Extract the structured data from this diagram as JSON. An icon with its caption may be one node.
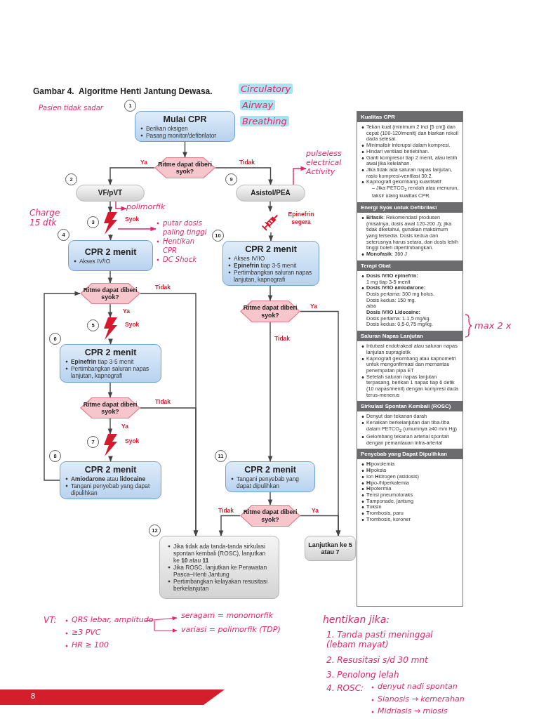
{
  "diagram": {
    "title": "Gambar 4.  Algoritme Henti Jantung Dewasa.",
    "nodes": [
      {
        "text": [
          "Mulai CPR",
          "Berikan oksigen",
          "Pasang monitor/defibrilator"
        ],
        "beside": [
          "1"
        ]
      },
      {
        "text": [
          "Ritme dapat diberi syok?"
        ]
      },
      {
        "text": [
          "VF/pVT"
        ],
        "beside": [
          "2"
        ]
      },
      {
        "text": [
          "Asistol/PEA"
        ],
        "beside": [
          "9"
        ]
      },
      {
        "text": [],
        "shape": "lightning",
        "beside": [
          "3",
          "Syok"
        ]
      },
      {
        "text": [],
        "shape": "syringe",
        "beside": [
          "Epinefrin segera"
        ]
      },
      {
        "text": [
          "CPR 2 menit",
          "Akses IV/IO"
        ],
        "beside": [
          "4"
        ]
      },
      {
        "text": [
          "CPR 2 menit",
          "Akses IV/IO",
          "**Epinefrin** tiap 3-5 menit",
          "Pertimbangkan saluran napas lanjutan, kapnografi"
        ],
        "beside": [
          "10"
        ]
      },
      {
        "text": [
          "Ritme dapat diberi syok?"
        ]
      },
      {
        "text": [
          "Ritme dapat diberi syok?"
        ]
      },
      {
        "text": [],
        "shape": "lightning",
        "beside": [
          "5",
          "Syok"
        ]
      },
      {
        "text": [
          "CPR 2 menit",
          "**Epinefrin** tiap 3-5 menit",
          "Pertimbangkan saluran napas lanjutan, kapnografi"
        ],
        "beside": [
          "6"
        ]
      },
      {
        "text": [
          "Ritme dapat diberi syok?"
        ]
      },
      {
        "text": [],
        "shape": "lightning",
        "beside": [
          "7",
          "Syok"
        ]
      },
      {
        "text": [
          "CPR 2 menit",
          "**Amiodarone** atau **lidocaine**",
          "Tangani penyebab yang dapat dipulihkan"
        ],
        "beside": [
          "8"
        ]
      },
      {
        "text": [
          "CPR 2 menit",
          "Tangani penyebab yang dapat dipulihkan"
        ],
        "beside": [
          "11"
        ]
      },
      {
        "text": [
          "Ritme dapat diberi syok?"
        ]
      },
      {
        "text": [
          "Jika tidak ada tanda-tanda sirkulasi spontan kembali (ROSC), lanjutkan ke **10** atau **11**",
          "Jika ROSC, lanjutkan ke Perawatan Pasca–Henti Jantung",
          "Pertimbangkan kelayakan resusitasi berkelanjutan"
        ],
        "beside": [
          "12"
        ]
      },
      {
        "text": [
          "Lanjutkan ke 5 atau 7"
        ]
      },
      {
        "text": [
          "polimorfik"
        ]
      },
      {
        "text": [
          "pulseless electrical Activity"
        ]
      },
      {
        "text": [
          "putar dosis paling tinggi",
          "Hentikan CPR",
          "DC Shock"
        ]
      },
      {
        "text": [
          "Kualitas CPR",
          "Tekan kuat (minimum 2 inci [5 cm]) dan cepat (100-120/menit) dan biarkan rekoil dada selesai.",
          "Minimalisir interupsi dalam kompresi.",
          "Hindari ventilasi berlebihan.",
          "Ganti kompresor tiap 2 menit, atau lebih awal jika kelelahan.",
          "Jika tidak ada saluran napas lanjutan, rasio kompresi-ventilasi 30:2.",
          "Kapnografi gelombang kuantitatif",
          "– Jika PETCO$_{2}$ rendah atau menurun, taksir ulang kualitas CPR."
        ]
      },
      {
        "text": [
          "Energi Syok untuk Defibrilasi",
          "**Bifasik**: Rekomendasi produsen (misalnya, dosis awal 120-200 J); jika tidak diketahui, gunakan maksimum yang tersedia. Dosis kedua dan seterusnya harus setara, dan dosis lebih tinggi boleh dipertimbangkan.",
          "**Monofasik**: 360 J"
        ]
      },
      {
        "text": [
          "Terapi Obat",
          "Dosis IV/IO epinefrin:",
          "1 mg tiap 3-5 menit",
          "Dosis IV/IO amiodarone:",
          "Dosis pertama: 300 mg bolus.",
          "Dosis kedua: 150 mg.",
          "atau",
          "Dosis IV/IO Lidocaine:",
          "Dosis pertama: 1-1,5 mg/kg.",
          "Dosis kedua: 0,5-0,75 mg/kg."
        ]
      },
      {
        "text": [
          "Saluran Napas Lanjutan",
          "Intubasi endotrakeal atau saluran napas lanjutan supraglotik",
          "Kapnografi gelombang atau kapnometri untuk mengonfirmasi dan memantau penempatan pipa ET",
          "Setelah saluran napas lanjutan terpasang, berikan 1 napas tiap 6 detik (10 napas/menit) dengan kompresi dada terus-menerus"
        ]
      },
      {
        "text": [
          "Sirkulasi Spontan Kembali (ROSC)",
          "Denyut dan tekanan darah",
          "Kenaikan berkelanjutan dan tiba-tiba dalam PETCO$_{2}$ (umumnya ≥40 mm Hg)",
          "Gelombang tekanan arterial spontan dengan pemantauan intra-arterial"
        ]
      },
      {
        "text": [
          "Penyebab yang Dapat Dipulihkan",
          "**H**ipovolemia",
          "**H**ipoksia",
          "Ion **H**idrogen (asidosis)",
          "**H**ipo-/hiperkalemia",
          "**H**ipotermia",
          "**T**ensi pneumotoraks",
          "**T**amponade, jantung",
          "**T**oksin",
          "**T**rombosis, paru",
          "**T**rombosis, koroner"
        ]
      }
    ],
    "edges": [
      {
        "from": 0,
        "to": 1,
        "arrow": "to"
      },
      {
        "from": 1,
        "to": 2,
        "arrow": "to",
        "label": "Ya"
      },
      {
        "from": 1,
        "to": 3,
        "arrow": "to",
        "label": "Tidak"
      },
      {
        "from": 2,
        "to": 4,
        "arrow": "to"
      },
      {
        "from": 4,
        "to": 6,
        "arrow": "to"
      },
      {
        "from": 3,
        "to": 5,
        "arrow": "to"
      },
      {
        "from": 5,
        "to": 7,
        "arrow": "to"
      },
      {
        "from": 6,
        "to": 8,
        "arrow": "to"
      },
      {
        "from": 7,
        "to": 9,
        "arrow": "to"
      },
      {
        "from": 8,
        "to": 10,
        "arrow": "to",
        "label": "Ya"
      },
      {
        "from": 10,
        "to": 11,
        "arrow": "to"
      },
      {
        "from": 11,
        "to": 12,
        "arrow": "to"
      },
      {
        "from": 12,
        "to": 13,
        "arrow": "to",
        "label": "Ya"
      },
      {
        "from": 13,
        "to": 14,
        "arrow": "to"
      },
      {
        "from": 14,
        "to": 8,
        "arrow": "to"
      },
      {
        "from": 8,
        "to": 17,
        "arrow": "to",
        "label": "Tidak"
      },
      {
        "from": 12,
        "to": 17,
        "arrow": "to",
        "label": "Tidak"
      },
      {
        "from": 9,
        "to": 15,
        "arrow": "to",
        "label": "Tidak"
      },
      {
        "from": 9,
        "to": 18,
        "arrow": "to",
        "label": "Ya"
      },
      {
        "from": 15,
        "to": 16,
        "arrow": "to"
      },
      {
        "from": 16,
        "to": 17,
        "arrow": "to",
        "label": "Tidak"
      },
      {
        "from": 16,
        "to": 18,
        "arrow": "to",
        "label": "Ya"
      },
      {
        "from": 2,
        "to": 19,
        "arrow": "to",
        "color": "#e3266a"
      },
      {
        "from": 3,
        "to": 20,
        "arrow": "to",
        "color": "#e3266a"
      },
      {
        "from": 4,
        "to": 21,
        "arrow": "to",
        "color": "#e3266a"
      }
    ],
    "labels": [
      "Circulatory",
      "Airway",
      "Breathing",
      "Pasien tidak sadar",
      "Charge 15 dtk",
      "max 2 x",
      "VT:",
      "QRS lebar, amplitudo",
      "seragam = monomorfik",
      "variasi = polimorfik (TDP)",
      "≥3 PVC",
      "HR ≥ 100",
      "hentikan jika:",
      "1. Tanda pasti meninggal (lebam mayat)",
      "2. Resusitasi s/d 30 mnt",
      "3. Penolong lelah",
      "4. ROSC:",
      "denyut nadi spontan",
      "Sianosis → kemerahan",
      "Midriasis → miosis",
      "8"
    ]
  }
}
